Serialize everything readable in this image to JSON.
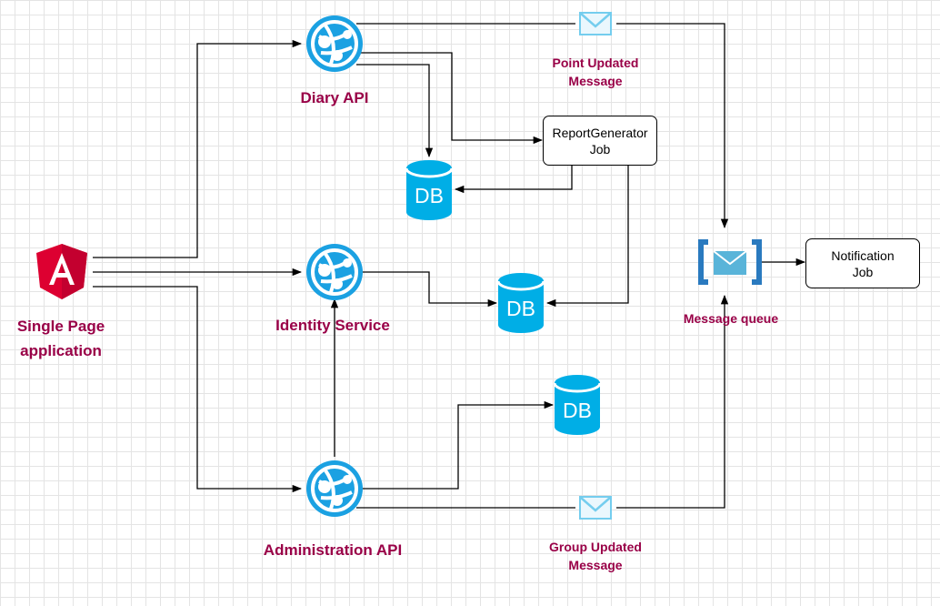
{
  "nodes": {
    "spa": {
      "label": "Single Page\napplication",
      "icon": "angular-icon"
    },
    "diary_api": {
      "label": "Diary API",
      "icon": "web-app-icon"
    },
    "identity_service": {
      "label": "Identity Service",
      "icon": "web-app-icon"
    },
    "administration_api": {
      "label": "Administration API",
      "icon": "web-app-icon"
    },
    "report_generator": {
      "label": "ReportGenerator\nJob"
    },
    "notification_job": {
      "label": "Notification\nJob"
    },
    "message_queue": {
      "label": "Message queue",
      "icon": "queue-icon"
    },
    "point_updated": {
      "label": "Point Updated\nMessage",
      "icon": "envelope-icon"
    },
    "group_updated": {
      "label": "Group Updated\nMessage",
      "icon": "envelope-icon"
    },
    "db1": {
      "label": "DB",
      "icon": "database-icon"
    },
    "db2": {
      "label": "DB",
      "icon": "database-icon"
    },
    "db3": {
      "label": "DB",
      "icon": "database-icon"
    }
  },
  "colors": {
    "label": "#990047",
    "azure": "#1ba1e2",
    "db": "#00aee6",
    "angular": "#dd0031",
    "envelope": "#74cdee",
    "queue": "#2a7abf"
  }
}
